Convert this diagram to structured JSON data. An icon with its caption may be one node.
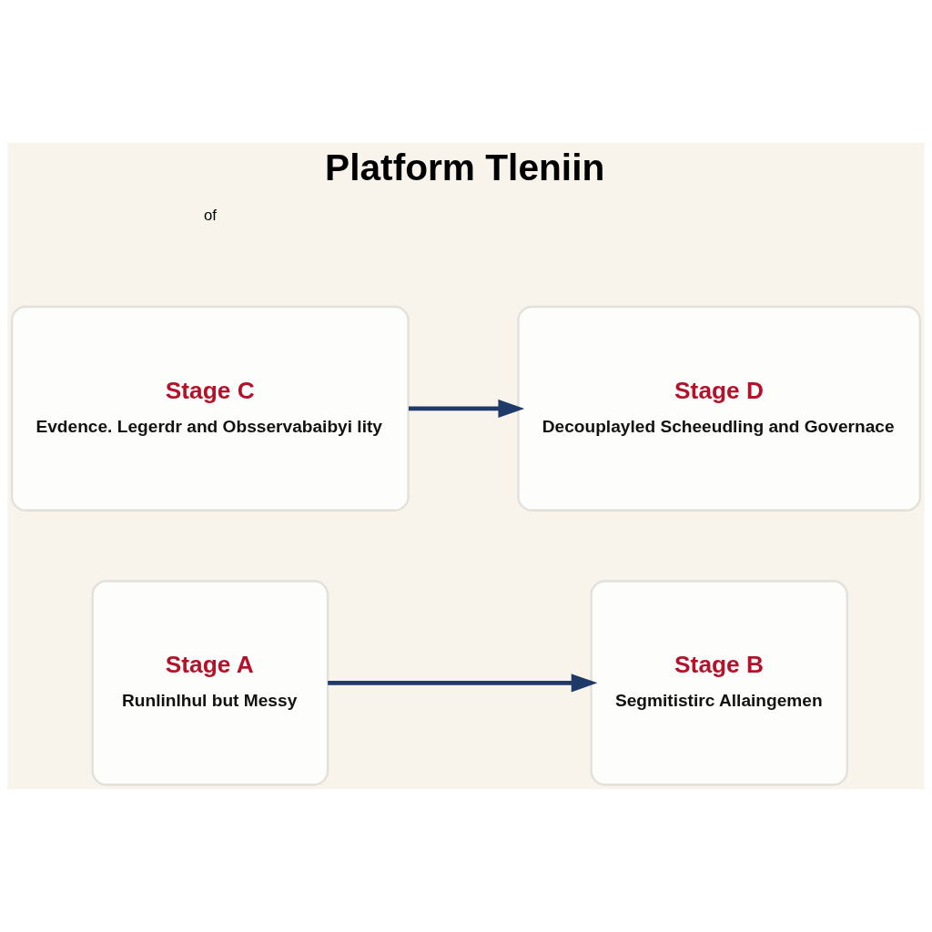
{
  "diagram": {
    "title": "Platform Tleniin",
    "nodes": [
      {
        "text": [
          "Stage A",
          "Runlinlhul but Messy"
        ]
      },
      {
        "text": [
          "Stage B",
          "Segmitistirc Allaingemen"
        ]
      },
      {
        "text": [
          "Stage C",
          "Evdence. Legerdr and Obsservabaibyi lity"
        ]
      },
      {
        "text": [
          "Stage D",
          "Decouplayled Scheeudling and Governace"
        ]
      }
    ],
    "edges": [
      {
        "from": 0,
        "to": 1,
        "arrow": "to"
      },
      {
        "from": 2,
        "to": 3,
        "arrow": "to"
      }
    ],
    "labels": [
      "of"
    ]
  }
}
